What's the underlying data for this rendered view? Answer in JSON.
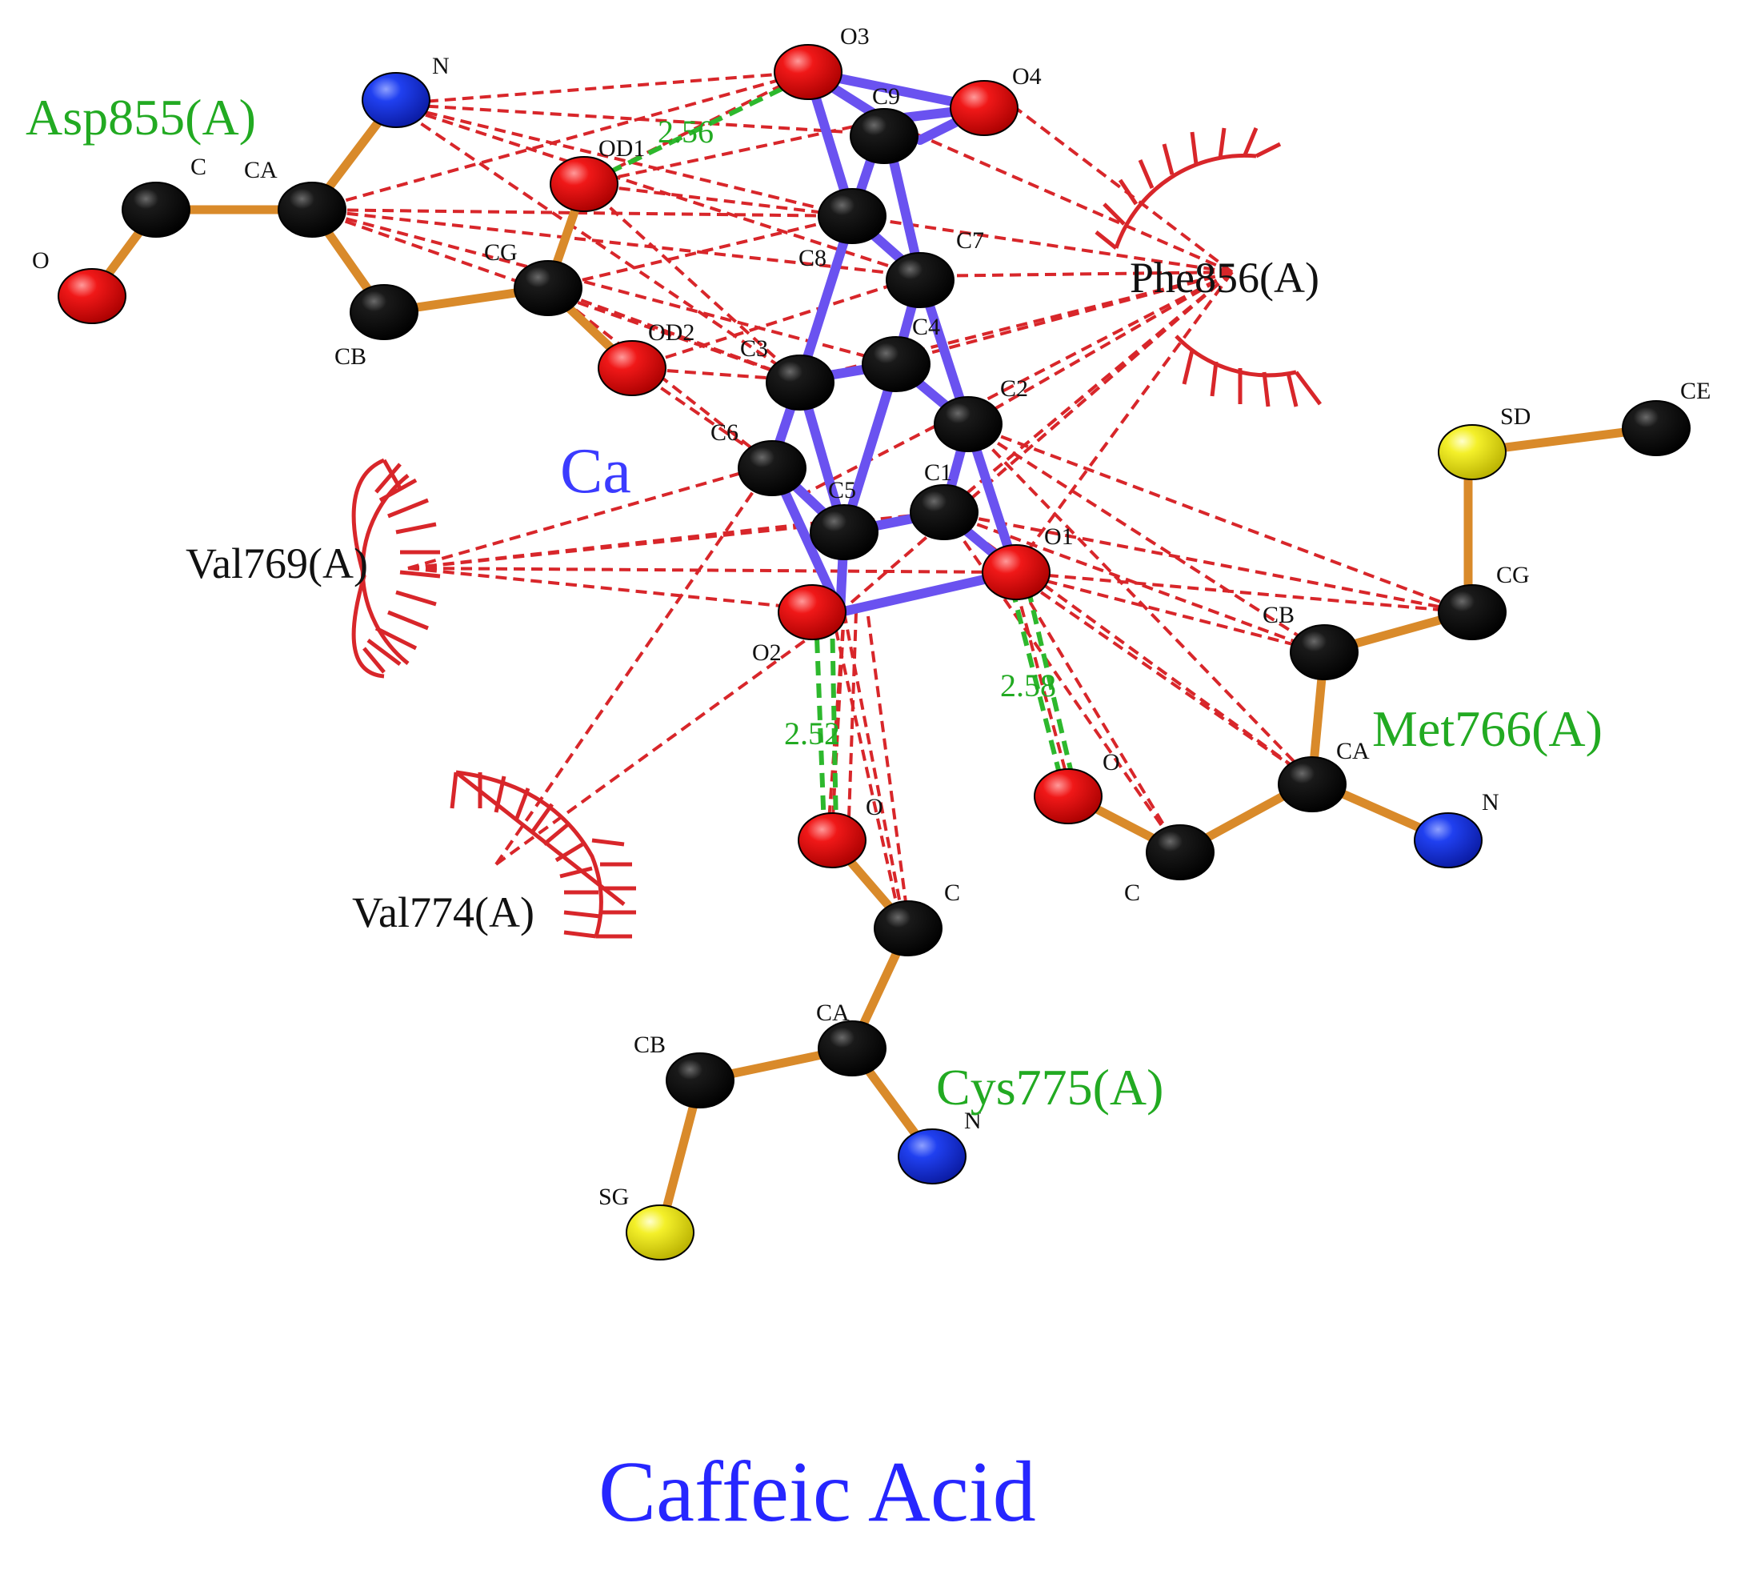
{
  "title": "Caffeic Acid",
  "ligand_label": "Ca",
  "colors": {
    "carbon": "#0d0d0d",
    "oxygen": "#e8141c",
    "nitrogen": "#1f3df0",
    "sulfur": "#f2ee2a",
    "ligand_bond": "#6a52f0",
    "residue_bond": "#d98a2a",
    "hbond": "#2db82d",
    "contact": "#d8262a",
    "residue_green": "#22aa22"
  },
  "residues": {
    "asp855": "Asp855(A)",
    "phe856": "Phe856(A)",
    "val769": "Val769(A)",
    "val774": "Val774(A)",
    "met766": "Met766(A)",
    "cys775": "Cys775(A)"
  },
  "hbond_distances": {
    "asp855_o3": "2.56",
    "cys775_o2": "2.52",
    "met766_o1": "2.58"
  },
  "atom_labels": {
    "asp_n": "N",
    "asp_c": "C",
    "asp_ca": "CA",
    "asp_o": "O",
    "asp_od1": "OD1",
    "asp_cg": "CG",
    "asp_cb": "CB",
    "asp_od2": "OD2",
    "lig_o3": "O3",
    "lig_o4": "O4",
    "lig_c9": "C9",
    "lig_c8": "C8",
    "lig_c7": "C7",
    "lig_c3": "C3",
    "lig_c4": "C4",
    "lig_c2": "C2",
    "lig_c6": "C6",
    "lig_c5": "C5",
    "lig_c1": "C1",
    "lig_o1": "O1",
    "lig_o2": "O2",
    "met_sd": "SD",
    "met_ce": "CE",
    "met_cg": "CG",
    "met_cb": "CB",
    "met_ca": "CA",
    "met_o": "O",
    "met_c": "C",
    "met_n": "N",
    "cys_o": "O",
    "cys_c": "C",
    "cys_ca": "CA",
    "cys_cb": "CB",
    "cys_n": "N",
    "cys_sg": "SG"
  }
}
